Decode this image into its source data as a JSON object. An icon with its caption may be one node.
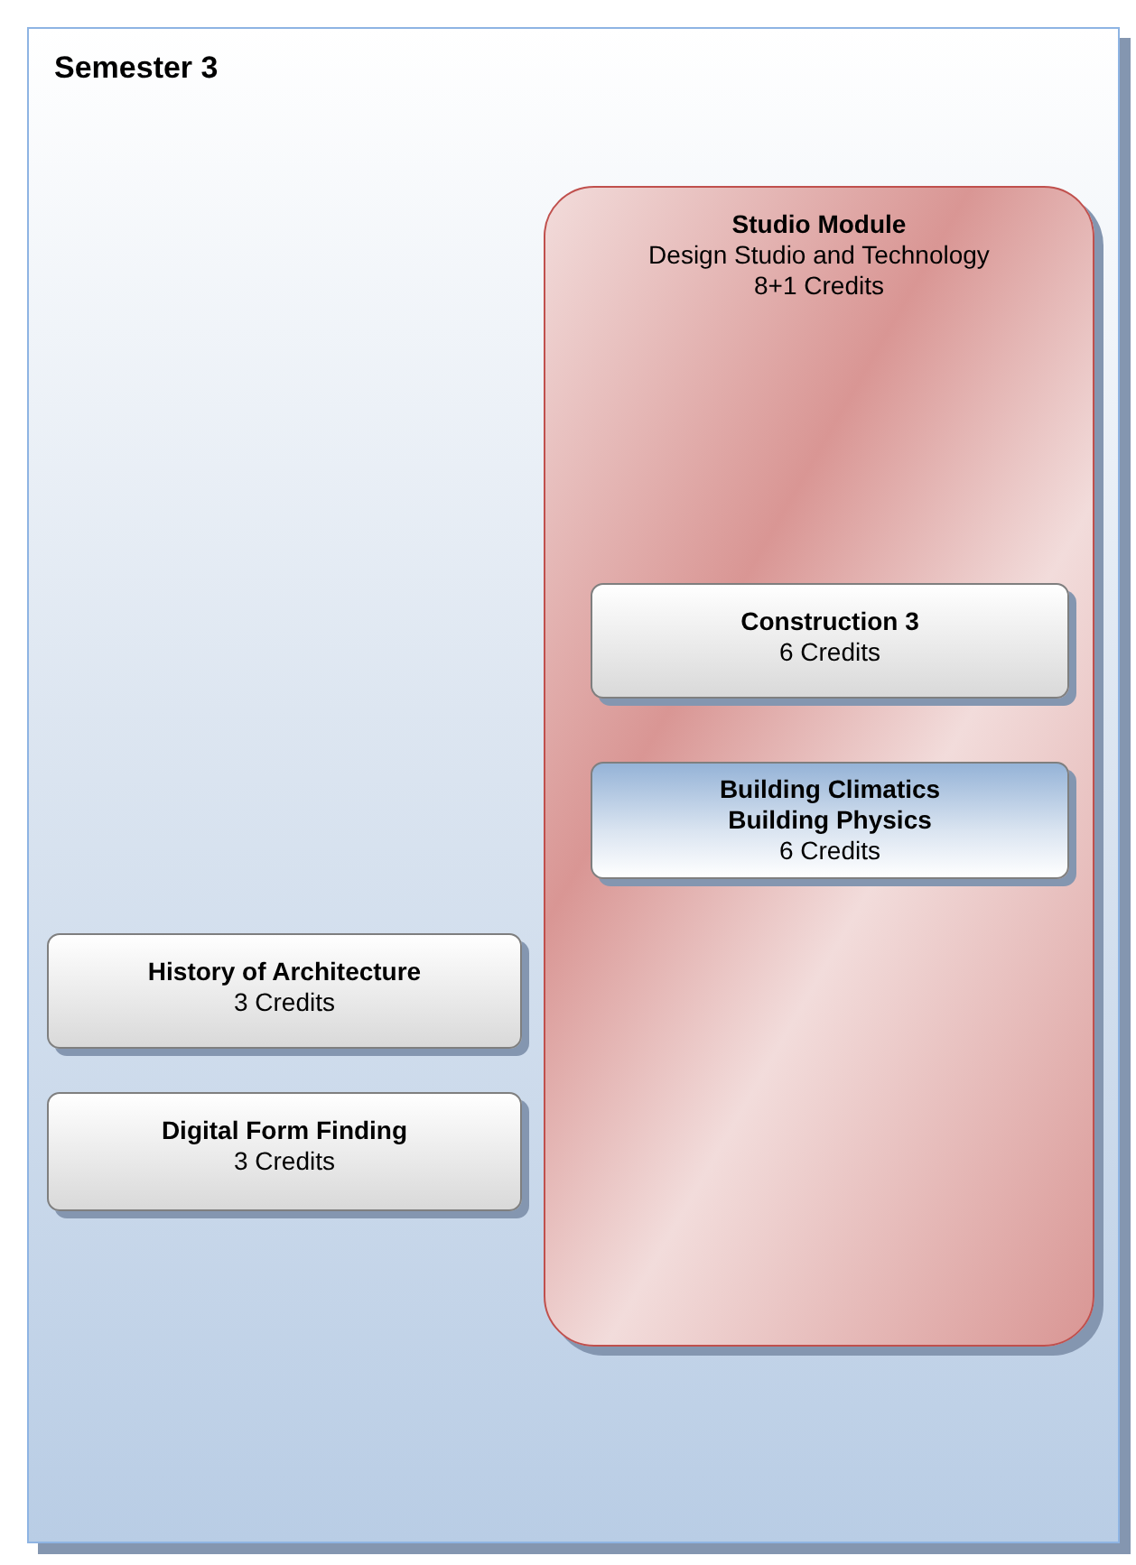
{
  "diagram": {
    "nodes": [
      {
        "text": [
          "Semester 3"
        ]
      },
      {
        "text": [
          "Studio Module",
          "Design Studio and Technology",
          "8+1 Credits"
        ],
        "in": 0
      },
      {
        "text": [
          "Construction 3",
          "6 Credits"
        ],
        "in": 1
      },
      {
        "text": [
          "Building Climatics",
          "Building Physics",
          "6 Credits"
        ],
        "in": 1
      },
      {
        "text": [
          "History of Architecture",
          "3 Credits"
        ],
        "in": 0
      },
      {
        "text": [
          "Digital Form Finding",
          "3 Credits"
        ],
        "in": 0
      }
    ],
    "edges": []
  }
}
